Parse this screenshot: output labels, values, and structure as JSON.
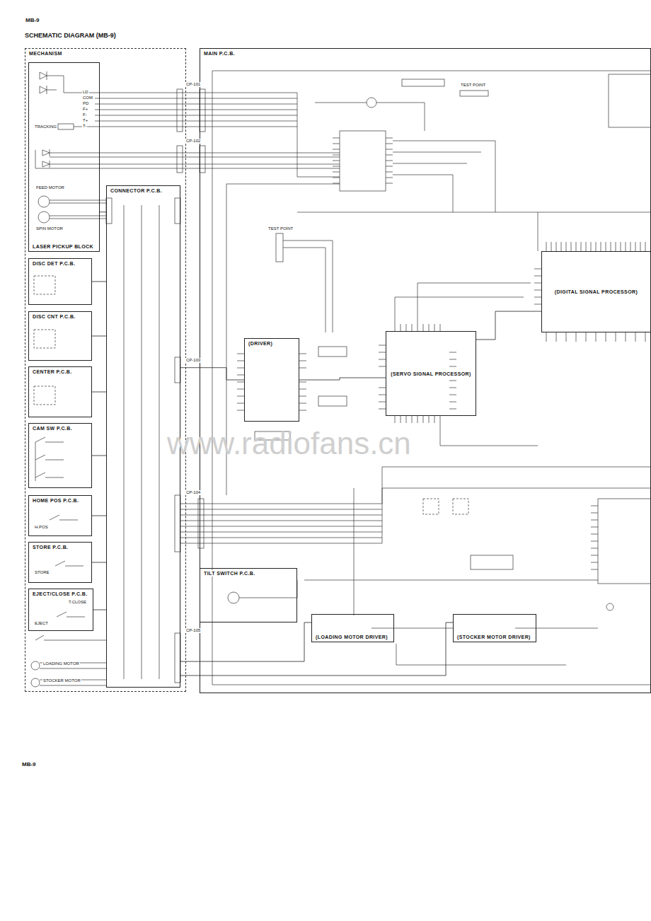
{
  "diagram": {
    "title": "SCHEMATIC DIAGRAM (MB-9)",
    "nodes": [
      {
        "text": [
          "MECHANISM"
        ]
      },
      {
        "text": [
          "LASER PICKUP BLOCK"
        ],
        "in": 0
      },
      {
        "text": [
          "CONNECTOR P.C.B."
        ],
        "in": 0
      },
      {
        "text": [
          "DISC DET P.C.B."
        ],
        "in": 0
      },
      {
        "text": [
          "DISC CNT P.C.B."
        ],
        "in": 0
      },
      {
        "text": [
          "CENTER P.C.B."
        ],
        "in": 0
      },
      {
        "text": [
          "CAM SW P.C.B."
        ],
        "in": 0
      },
      {
        "text": [
          "HOME POS P.C.B."
        ],
        "in": 0
      },
      {
        "text": [
          "STORE P.C.B."
        ],
        "in": 0
      },
      {
        "text": [
          "EJECT/CLOSE P.C.B."
        ],
        "in": 0
      },
      {
        "text": [
          "MAIN P.C.B."
        ]
      },
      {
        "text": [
          "(DRIVER)"
        ],
        "in": 10
      },
      {
        "text": [
          "(SERVO SIGNAL PROCESSOR)"
        ],
        "in": 10
      },
      {
        "text": [
          "(DIGITAL SIGNAL PROCESSOR)"
        ],
        "in": 10
      },
      {
        "text": [
          "TILT SWITCH P.C.B."
        ],
        "in": 10
      },
      {
        "text": [
          "(LOADING MOTOR DRIVER)"
        ],
        "in": 10
      },
      {
        "text": [
          "(STOCKER MOTOR DRIVER)"
        ],
        "in": 10
      }
    ],
    "edges": [
      {
        "from": 3,
        "to": 2,
        "arrow": "none"
      },
      {
        "from": 4,
        "to": 2,
        "arrow": "none"
      },
      {
        "from": 5,
        "to": 2,
        "arrow": "none"
      },
      {
        "from": 6,
        "to": 2,
        "arrow": "none"
      },
      {
        "from": 7,
        "to": 2,
        "arrow": "none"
      },
      {
        "from": 8,
        "to": 2,
        "arrow": "none"
      },
      {
        "from": 9,
        "to": 2,
        "arrow": "none"
      },
      {
        "from": 2,
        "to": 11,
        "arrow": "none"
      },
      {
        "from": 11,
        "to": 12,
        "arrow": "none"
      },
      {
        "from": 12,
        "to": 13,
        "arrow": "none"
      },
      {
        "from": 2,
        "to": 15,
        "arrow": "none"
      },
      {
        "from": 2,
        "to": 16,
        "arrow": "none"
      },
      {
        "from": 1,
        "to": 2,
        "arrow": "none"
      }
    ],
    "labels": [
      "MB-9",
      "MB-9",
      "LD",
      "COM",
      "PD",
      "F+",
      "F-",
      "T+",
      "T-",
      "TRACKING",
      "FEED MOTOR",
      "SPIN MOTOR",
      "CP-101",
      "CP-102",
      "CP-103",
      "CP-104",
      "CP-105",
      "TEST POINT",
      "TEST POINT",
      "LOADING MOTOR",
      "STOCKER MOTOR",
      "T.CLOSE",
      "EJECT",
      "STORE",
      "H.POS",
      "www.radiofans.cn"
    ]
  }
}
